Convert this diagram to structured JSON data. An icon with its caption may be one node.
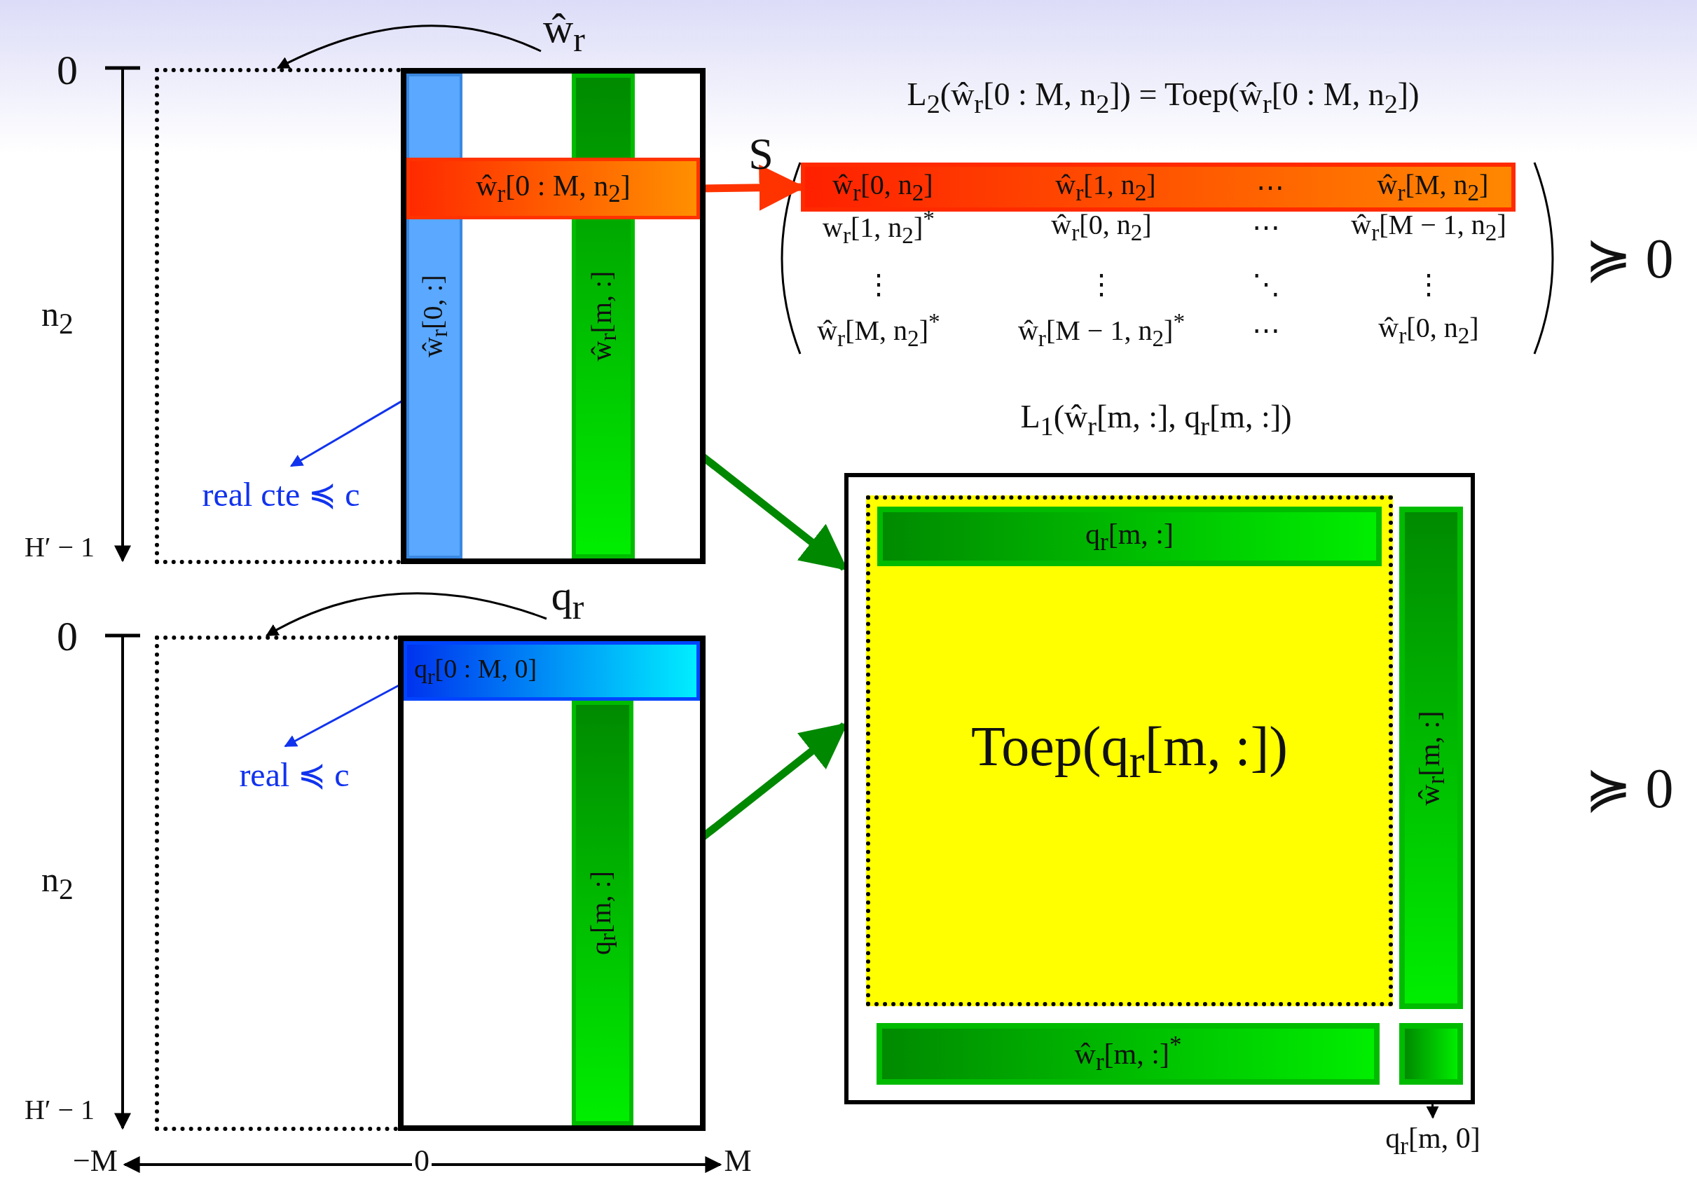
{
  "diagram": {
    "nodes": [
      {
        "text": [
          "ŵ$_{r}$"
        ]
      },
      {
        "text": [],
        "shape": "box"
      },
      {
        "text": [],
        "shape": "box"
      },
      {
        "text": [
          "ŵ$_{r}$[0, :]"
        ],
        "in": 2
      },
      {
        "text": [
          "ŵ$_{r}$[m, :]"
        ],
        "in": 2
      },
      {
        "text": [
          "ŵ$_{r}$[0 : M, n$_{2}$]"
        ],
        "in": 2
      },
      {
        "text": [
          "real cte ≼ c"
        ],
        "in": 1
      },
      {
        "text": [
          "q$_{r}$"
        ]
      },
      {
        "text": [],
        "shape": "box"
      },
      {
        "text": [],
        "shape": "box"
      },
      {
        "text": [
          "q$_{r}$[0 : M, 0]"
        ],
        "in": 9
      },
      {
        "text": [
          "q$_{r}$[m, :]"
        ],
        "in": 9
      },
      {
        "text": [
          "real ≼ c"
        ],
        "in": 8
      },
      {
        "text": [
          "ŵ$_{r}$[0, n$_{2}$]",
          "ŵ$_{r}$[1, n$_{2}$]",
          "⋯",
          "ŵ$_{r}$[M, n$_{2}$]"
        ]
      },
      {
        "text": [],
        "shape": "box"
      },
      {
        "text": [
          "Toep(q$_{r}$[m, :])"
        ],
        "in": 14
      },
      {
        "text": [
          "q$_{r}$[m, :]"
        ],
        "in": 15
      },
      {
        "text": [
          "ŵ$_{r}$[m, :]"
        ],
        "in": 14
      },
      {
        "text": [
          "ŵ$_{r}$[m, :]$^{*}$"
        ],
        "in": 14
      },
      {
        "text": [],
        "shape": "box",
        "in": 14
      },
      {
        "text": [
          "q$_{r}$[m, 0]"
        ]
      }
    ],
    "edges": [
      {
        "from": 0,
        "to": 1,
        "arrow": "to"
      },
      {
        "from": 3,
        "to": 6,
        "arrow": "to",
        "color": "#1133ee"
      },
      {
        "from": 7,
        "to": 8,
        "arrow": "to"
      },
      {
        "from": 10,
        "to": 12,
        "arrow": "to",
        "color": "#1133ee"
      },
      {
        "from": 5,
        "to": 13,
        "arrow": "to",
        "style": "thick",
        "color": "#ff3300"
      },
      {
        "from": 4,
        "to": 14,
        "arrow": "to",
        "style": "thick",
        "color": "#008800"
      },
      {
        "from": 11,
        "to": 14,
        "arrow": "to",
        "style": "thick",
        "color": "#008800"
      },
      {
        "from": 19,
        "to": 20,
        "arrow": "to"
      }
    ],
    "labels": [
      "0",
      "n$_{2}$",
      "H′ − 1",
      "0",
      "n$_{2}$",
      "H′ − 1",
      "−M",
      "0",
      "M",
      "L$_{2}$(ŵ$_{r}$[0 : M, n$_{2}$]) = Toep(ŵ$_{r}$[0 : M, n$_{2}$])",
      "S",
      "w$_{r}$[1, n$_{2}$]$^{*}$",
      "ŵ$_{r}$[0, n$_{2}$]",
      "⋯",
      "ŵ$_{r}$[M − 1, n$_{2}$]",
      "⋮",
      "⋮",
      "⋱",
      "⋮",
      "ŵ$_{r}$[M, n$_{2}$]$^{*}$",
      "ŵ$_{r}$[M − 1, n$_{2}$]$^{*}$",
      "⋯",
      "ŵ$_{r}$[0, n$_{2}$]",
      "≽ 0",
      "L$_{1}$(ŵ$_{r}$[m, :], q$_{r}$[m, :])",
      "≽ 0"
    ]
  }
}
